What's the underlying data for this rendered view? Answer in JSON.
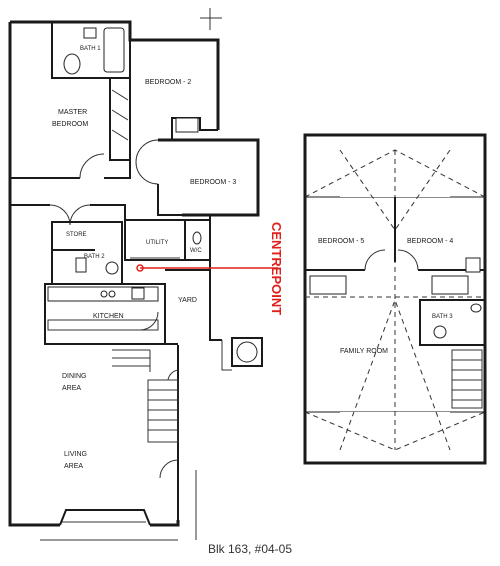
{
  "lower_floor": {
    "rooms": {
      "bath1": "BATH 1",
      "bedroom2": "BEDROOM - 2",
      "master_bedroom_line1": "MASTER",
      "master_bedroom_line2": "BEDROOM",
      "bedroom3": "BEDROOM - 3",
      "store": "STORE",
      "utility": "UTILITY",
      "wc": "W/C",
      "bath2": "BATH 2",
      "kitchen": "KITCHEN",
      "yard": "YARD",
      "dining_line1": "DINING",
      "dining_line2": "AREA",
      "living_line1": "LIVING",
      "living_line2": "AREA"
    }
  },
  "upper_floor": {
    "rooms": {
      "bedroom5": "BEDROOM - 5",
      "bedroom4": "BEDROOM - 4",
      "bath3": "BATH 3",
      "family_room": "FAMILY ROOM"
    }
  },
  "annotation": {
    "brand": "CENTREPOINT",
    "color": "#e0201a"
  },
  "caption": "Blk 163, #04-05"
}
